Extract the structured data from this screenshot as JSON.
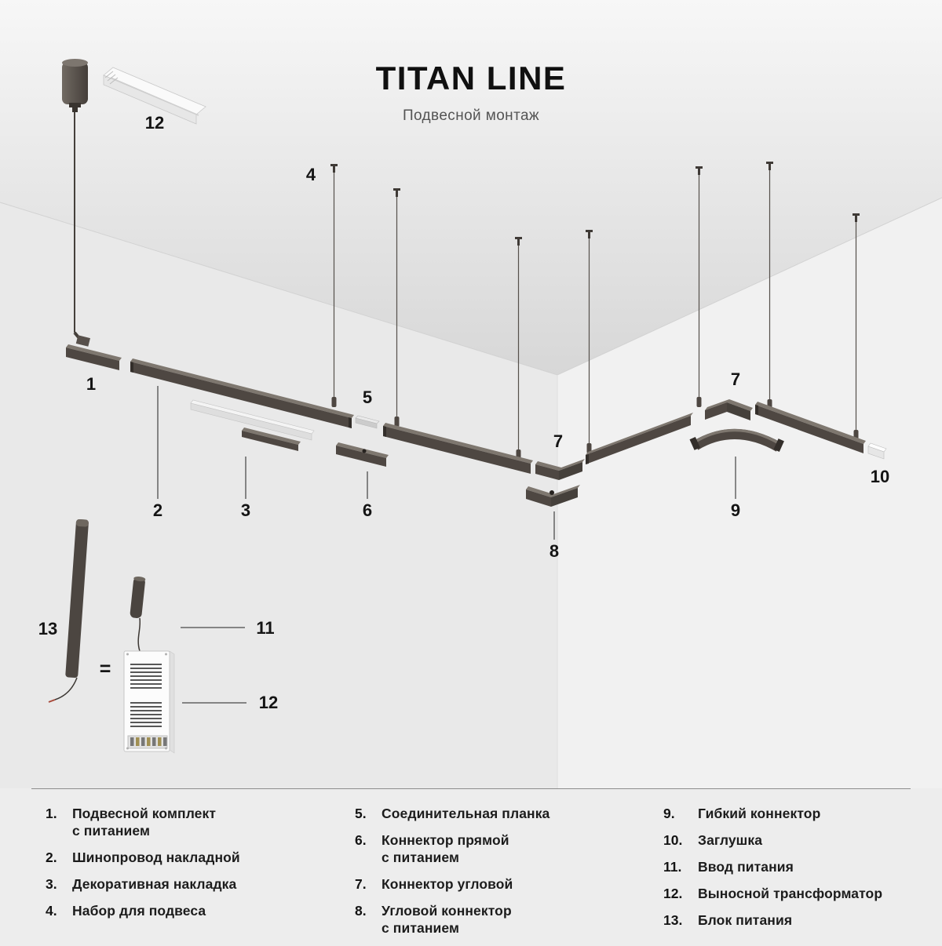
{
  "page": {
    "title": "TITAN LINE",
    "subtitle": "Подвесной монтаж"
  },
  "palette": {
    "background": "#ededed",
    "track": "#4e4742",
    "track_top": "#7e776f",
    "text": "#1c1c1c"
  },
  "diagram": {
    "callouts": {
      "n1": "1",
      "n2": "2",
      "n3": "3",
      "n4": "4",
      "n5": "5",
      "n6": "6",
      "n7_corner": "7",
      "n7_right": "7",
      "n8": "8",
      "n9": "9",
      "n10": "10",
      "n11": "11",
      "n12_profile": "12",
      "n12_transformer": "12",
      "n13": "13",
      "equals_sign": "="
    }
  },
  "legend": {
    "columns": [
      {
        "items": [
          {
            "num": "1.",
            "label": "Подвесной комплект\nс питанием"
          },
          {
            "num": "2.",
            "label": "Шинопровод накладной"
          },
          {
            "num": "3.",
            "label": "Декоративная накладка"
          },
          {
            "num": "4.",
            "label": "Набор для подвеса"
          }
        ]
      },
      {
        "items": [
          {
            "num": "5.",
            "label": "Соединительная планка"
          },
          {
            "num": "6.",
            "label": "Коннектор прямой\nс питанием"
          },
          {
            "num": "7.",
            "label": "Коннектор угловой"
          },
          {
            "num": "8.",
            "label": "Угловой коннектор\nс питанием"
          }
        ]
      },
      {
        "items": [
          {
            "num": "9.",
            "label": "Гибкий коннектор"
          },
          {
            "num": "10.",
            "label": "Заглушка"
          },
          {
            "num": "11.",
            "label": "Ввод питания"
          },
          {
            "num": "12.",
            "label": "Выносной трансформатор"
          },
          {
            "num": "13.",
            "label": "Блок питания"
          }
        ]
      }
    ]
  }
}
